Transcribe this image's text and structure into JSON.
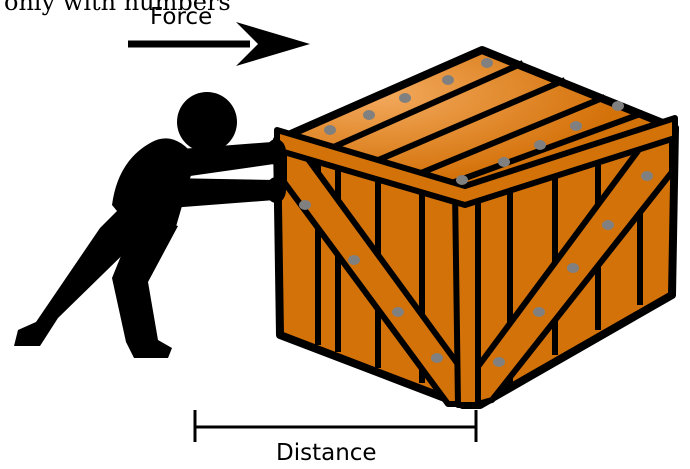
{
  "top_text": "only with numbers",
  "force_label": "Force",
  "distance_label": "Distance",
  "colors": {
    "crate_wood": "#d4720a",
    "crate_wood_light": "#f0a050",
    "outline": "#000000",
    "rivet": "#808080",
    "background": "#ffffff"
  }
}
